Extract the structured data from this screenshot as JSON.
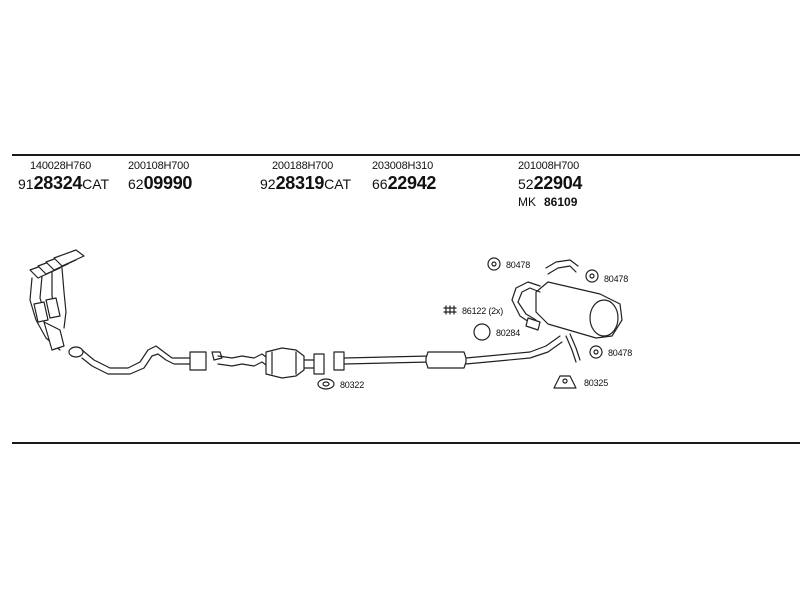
{
  "parts": [
    {
      "oe": "140028H760",
      "prefix": "91",
      "main": "28324",
      "suffix": "CAT"
    },
    {
      "oe": "200108H700",
      "prefix": "62",
      "main": "09990",
      "suffix": ""
    },
    {
      "oe": "200188H700",
      "prefix": "92",
      "main": "28319",
      "suffix": "CAT"
    },
    {
      "oe": "203008H310",
      "prefix": "66",
      "main": "22942",
      "suffix": ""
    },
    {
      "oe": "201008H700",
      "prefix": "52",
      "main": "22904",
      "suffix": "",
      "mk_label": "MK",
      "mk_number": "86109"
    }
  ],
  "callouts": [
    {
      "label": "80478"
    },
    {
      "label": "80478"
    },
    {
      "label": "86122 (2x)"
    },
    {
      "label": "80284"
    },
    {
      "label": "80478"
    },
    {
      "label": "80325"
    },
    {
      "label": "80322"
    }
  ]
}
